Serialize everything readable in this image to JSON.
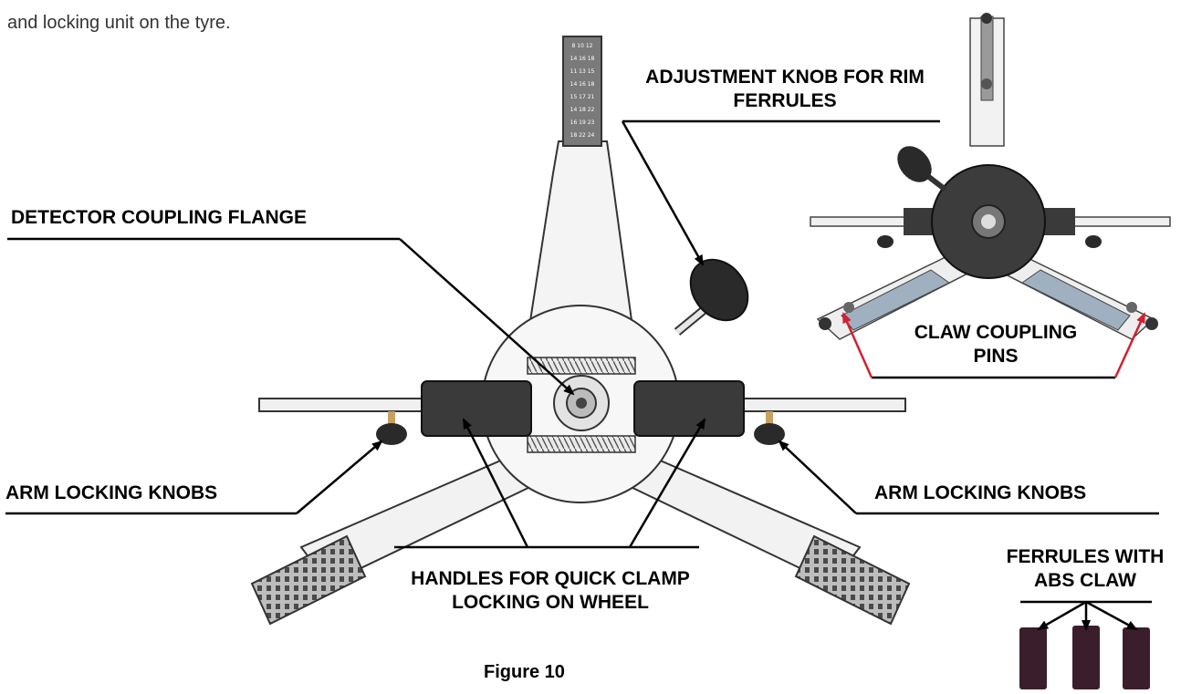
{
  "intro_text": "and locking unit on the tyre.",
  "caption": "Figure 10",
  "scale_marks": [
    "8 10 12",
    "14 16 18",
    "11 13 15",
    "14 16 18",
    "15 17 21",
    "14 18 22",
    "16 19 23",
    "18 22 24"
  ],
  "labels": {
    "adjustment_knob": [
      "ADJUSTMENT KNOB FOR RIM",
      "FERRULES"
    ],
    "detector_flange": "DETECTOR COUPLING FLANGE",
    "arm_locking_left": "ARM LOCKING KNOBS",
    "arm_locking_right": "ARM LOCKING KNOBS",
    "claw_pins": [
      "CLAW COUPLING",
      "PINS"
    ],
    "handles": [
      "HANDLES FOR QUICK CLAMP",
      "LOCKING ON WHEEL"
    ],
    "ferrules": [
      "FERRULES WITH",
      "ABS CLAW"
    ]
  },
  "colors": {
    "leader": "#000000",
    "pin_arrow": "#d2202f",
    "metal": "#d9d9d9",
    "dark": "#2a2a2a",
    "ferrule": "#3b1e2c"
  }
}
